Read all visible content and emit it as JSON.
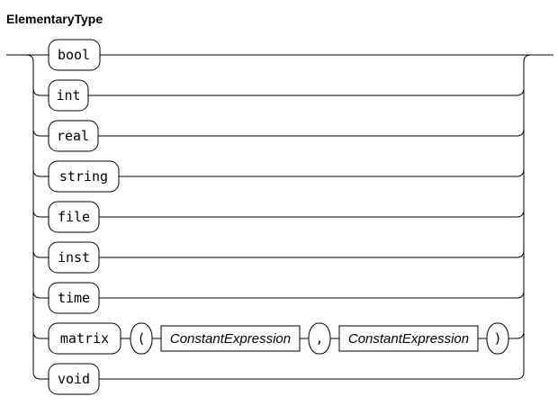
{
  "title": "ElementaryType",
  "colors": {
    "line": "#000000",
    "background": "#ffffff",
    "box_fill": "#ffffff",
    "text": "#000000"
  },
  "diagram": {
    "type": "railroad-choice",
    "alternatives": [
      {
        "kind": "terminal",
        "label": "bool"
      },
      {
        "kind": "terminal",
        "label": "int"
      },
      {
        "kind": "terminal",
        "label": "real"
      },
      {
        "kind": "terminal",
        "label": "string"
      },
      {
        "kind": "terminal",
        "label": "file"
      },
      {
        "kind": "terminal",
        "label": "inst"
      },
      {
        "kind": "terminal",
        "label": "time"
      },
      {
        "kind": "sequence",
        "items": [
          {
            "kind": "terminal",
            "label": "matrix"
          },
          {
            "kind": "terminal",
            "label": "("
          },
          {
            "kind": "nonterminal",
            "label": "ConstantExpression"
          },
          {
            "kind": "terminal",
            "label": ","
          },
          {
            "kind": "nonterminal",
            "label": "ConstantExpression"
          },
          {
            "kind": "terminal",
            "label": ")"
          }
        ]
      },
      {
        "kind": "terminal",
        "label": "void"
      }
    ]
  }
}
